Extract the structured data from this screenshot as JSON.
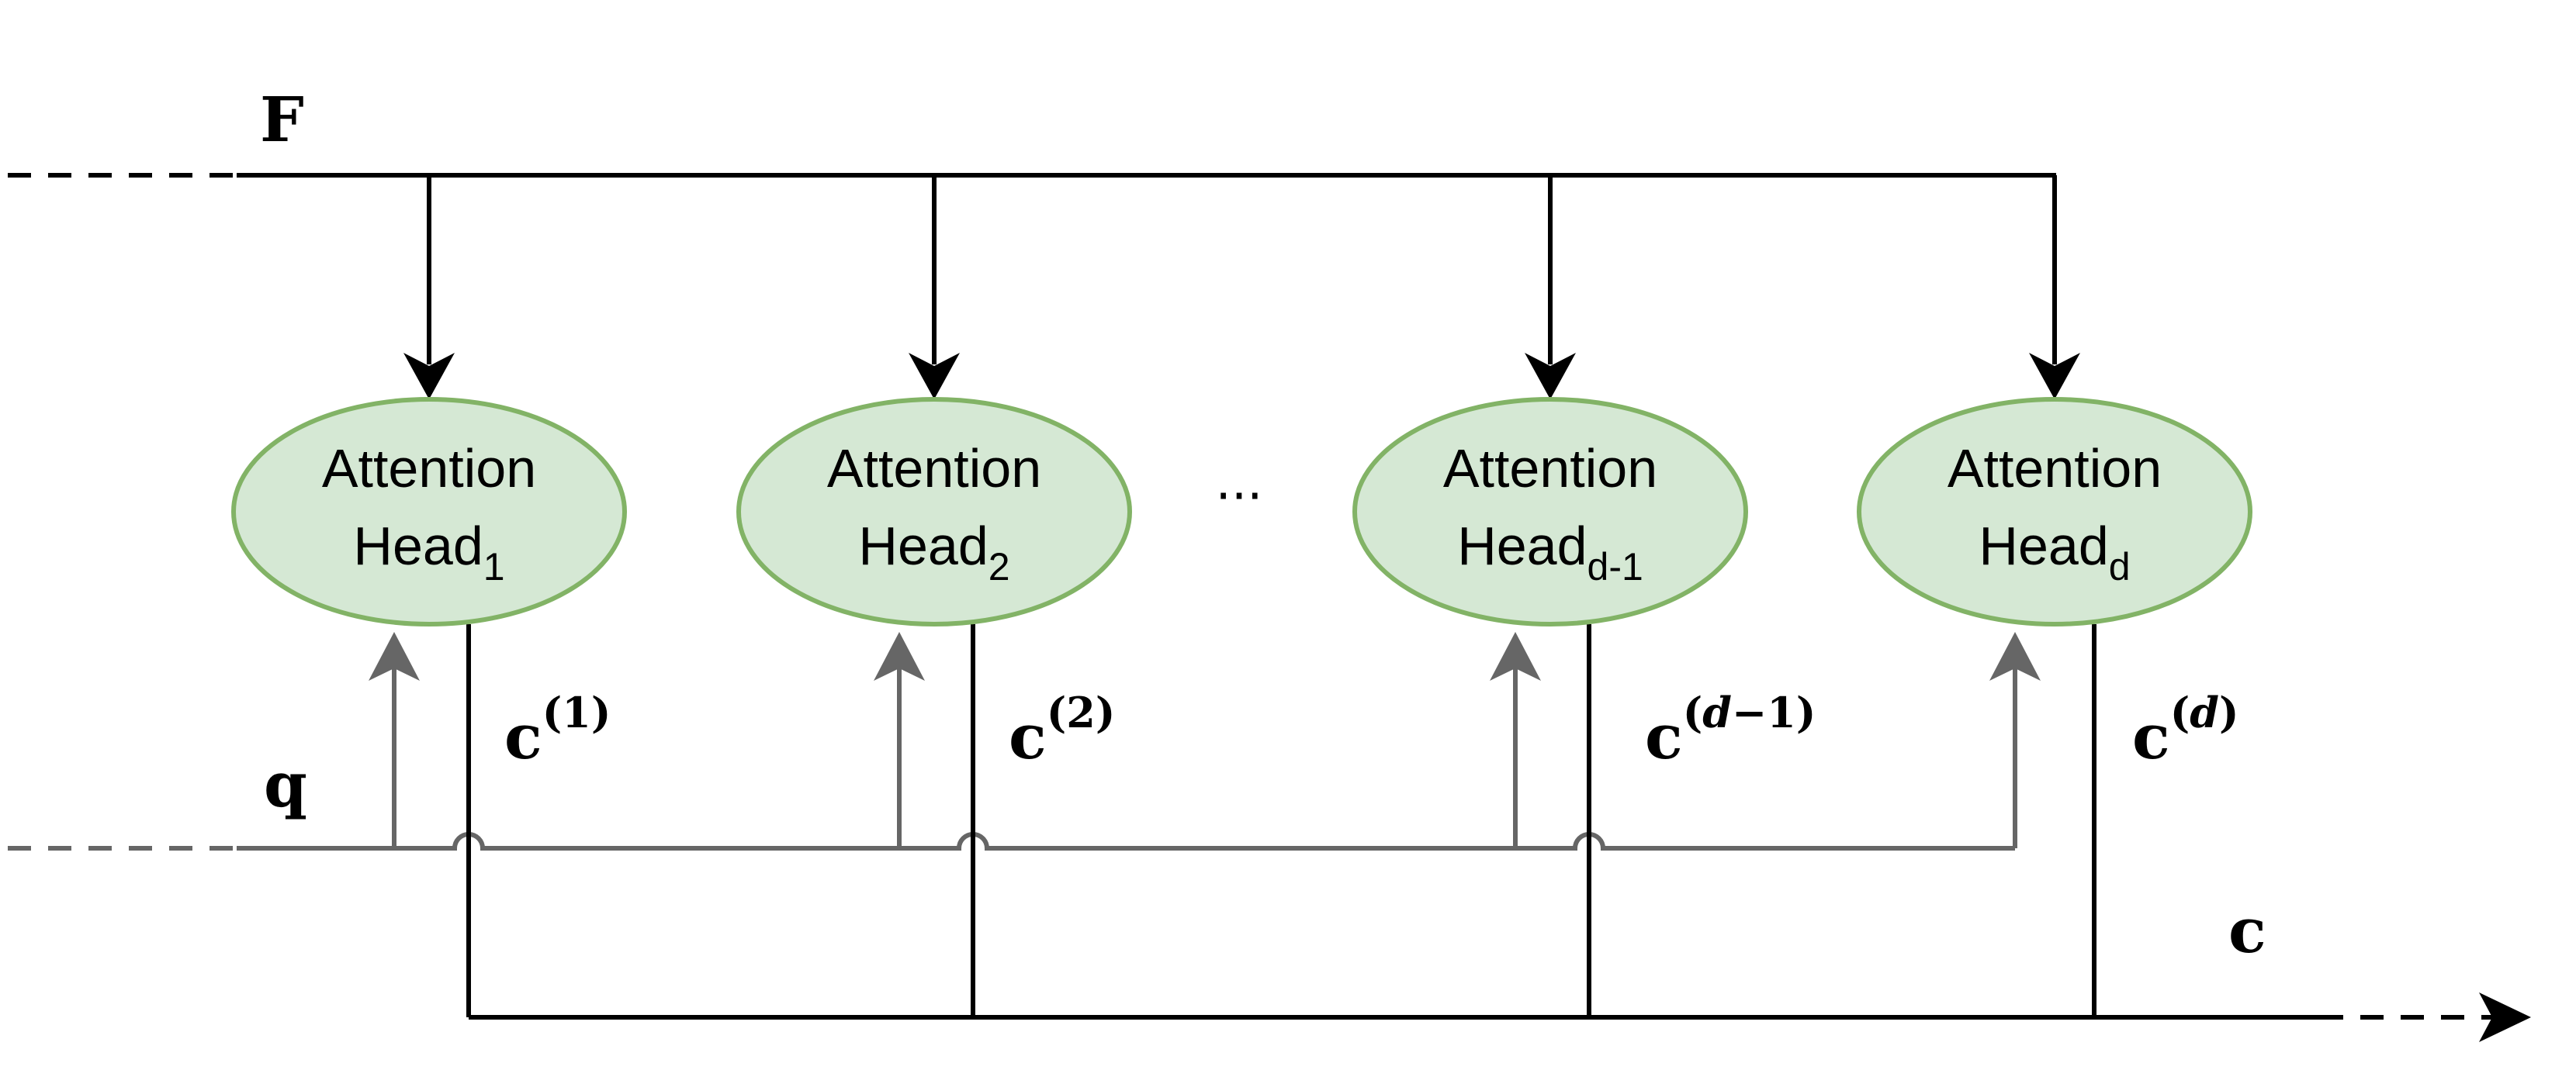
{
  "colors": {
    "head_fill": "#d5e8d4",
    "head_stroke": "#82b366",
    "black_line": "#000000",
    "gray_line": "#666666"
  },
  "labels": {
    "F": "F",
    "q": "q",
    "c": "c",
    "ellipsis": "···"
  },
  "heads": [
    {
      "line1": "Attention",
      "base": "Head",
      "sub": "1",
      "out": {
        "base": "c",
        "sup_open": "(",
        "sup_var": "",
        "sup_num": "1",
        "sup_close": ")"
      }
    },
    {
      "line1": "Attention",
      "base": "Head",
      "sub": "2",
      "out": {
        "base": "c",
        "sup_open": "(",
        "sup_var": "",
        "sup_num": "2",
        "sup_close": ")"
      }
    },
    {
      "line1": "Attention",
      "base": "Head",
      "sub": "d-1",
      "out": {
        "base": "c",
        "sup_open": "(",
        "sup_var": "d",
        "sup_num": "−1",
        "sup_close": ")"
      }
    },
    {
      "line1": "Attention",
      "base": "Head",
      "sub": "d",
      "out": {
        "base": "c",
        "sup_open": "(",
        "sup_var": "d",
        "sup_num": "",
        "sup_close": ")"
      }
    }
  ]
}
